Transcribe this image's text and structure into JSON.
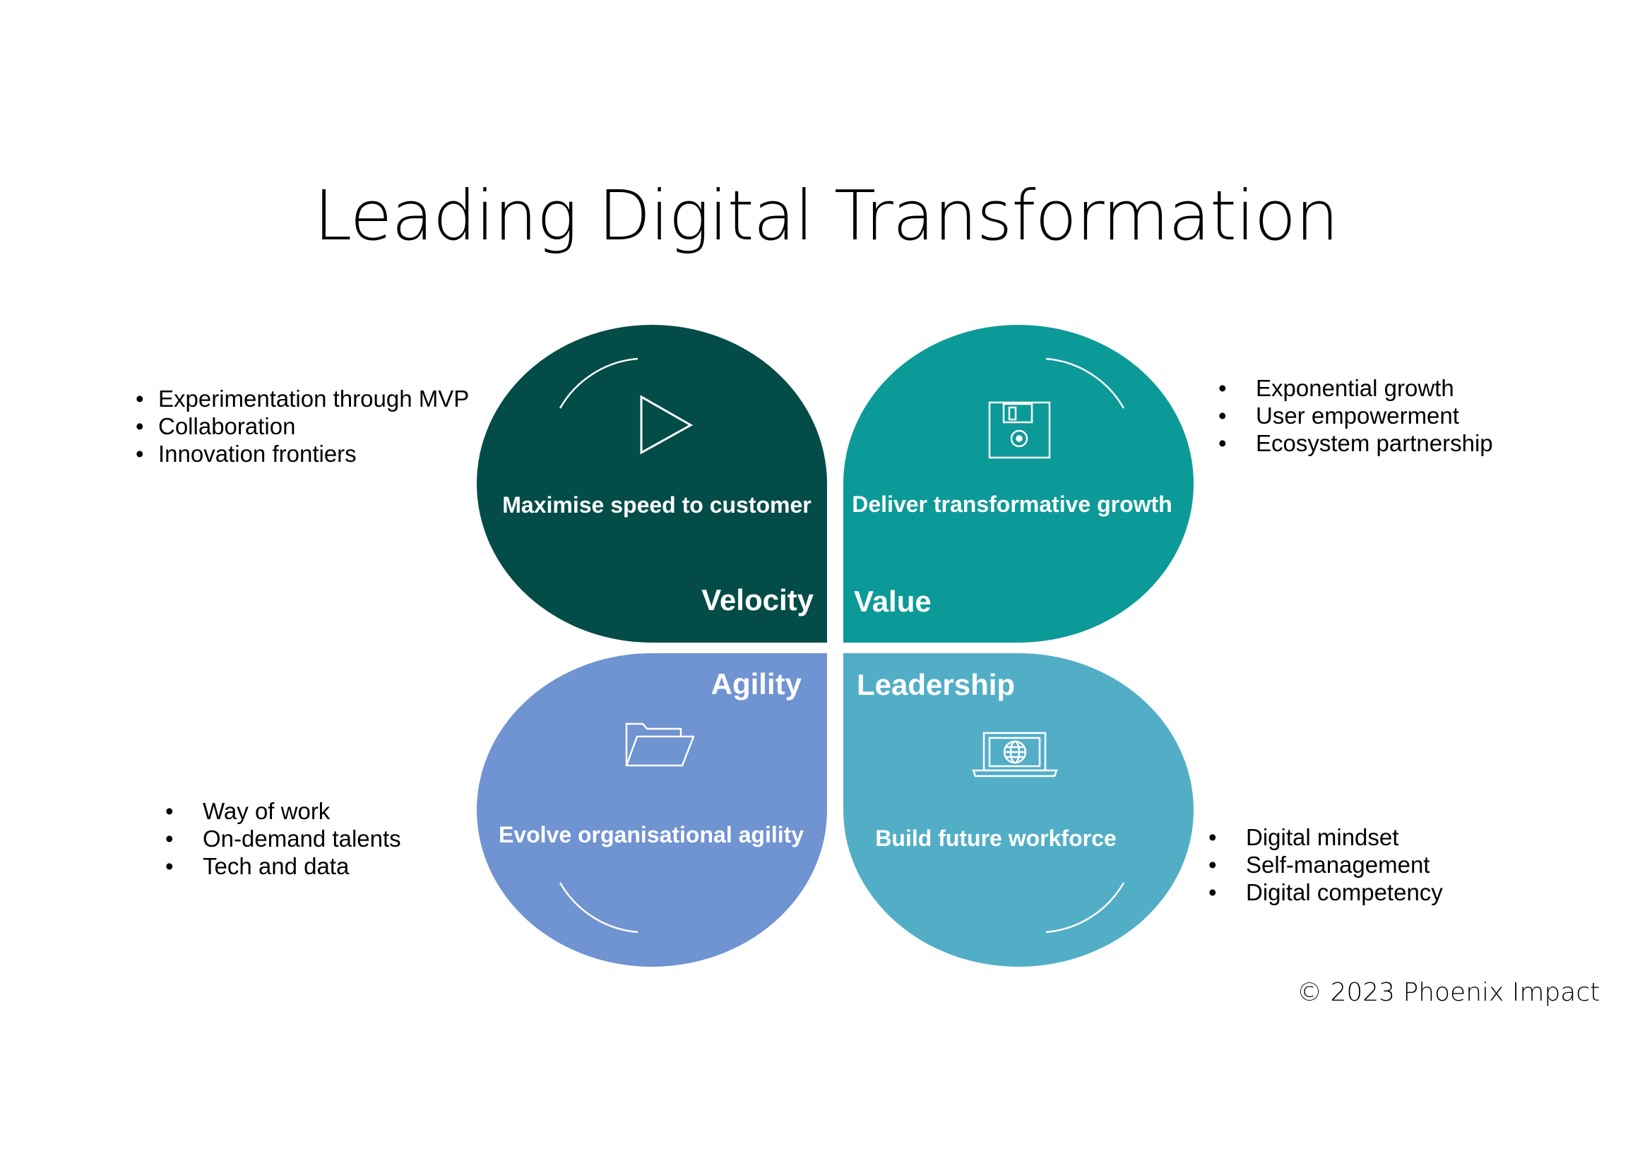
{
  "title": "Leading Digital Transformation",
  "colors": {
    "velocity": "#034c48",
    "value": "#0c9a98",
    "agility": "#7093d1",
    "leadership": "#52aec7"
  },
  "petals": {
    "velocity": {
      "heading": "Velocity",
      "subtitle": "Maximise speed to customer",
      "icon": "play-icon"
    },
    "value": {
      "heading": "Value",
      "subtitle": "Deliver transformative growth",
      "icon": "floppy-disk-icon"
    },
    "agility": {
      "heading": "Agility",
      "subtitle": "Evolve organisational agility",
      "icon": "folder-icon"
    },
    "leadership": {
      "heading": "Leadership",
      "subtitle": "Build future workforce",
      "icon": "laptop-globe-icon"
    }
  },
  "bullets": {
    "velocity": [
      "Experimentation through MVP",
      "Collaboration",
      "Innovation frontiers"
    ],
    "value": [
      "Exponential growth",
      "User empowerment",
      "Ecosystem partnership"
    ],
    "agility": [
      "Way of work",
      "On-demand talents",
      "Tech and data"
    ],
    "leadership": [
      "Digital mindset",
      "Self-management",
      "Digital competency"
    ]
  },
  "copyright": "© 2023 Phoenix Impact"
}
